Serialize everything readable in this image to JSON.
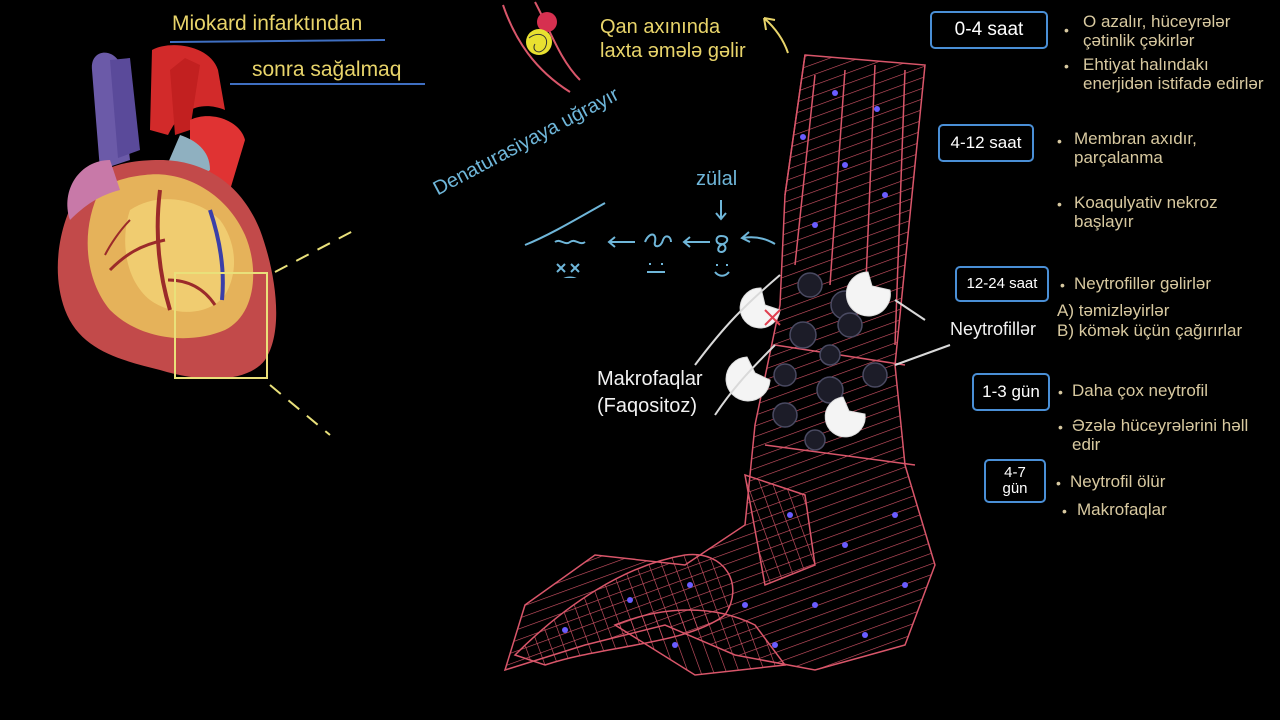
{
  "title": {
    "line1": "Miokard infarktından",
    "line2": "sonra sağalmaq"
  },
  "clot_label": {
    "line1": "Qan axınında",
    "line2": "laxta əmələ gəlir"
  },
  "denature_label": "Denaturasiyaya uğrayır",
  "protein_label": "zülal",
  "macrophage_label": {
    "line1": "Makrofaqlar",
    "line2": "(Faqositoz)"
  },
  "neutrophil_label": "Neytrofillər",
  "timeline": [
    {
      "time": "0-4 saat",
      "notes": [
        "O azalır, hüceyrələr çətinlik çəkirlər",
        "Ehtiyat halındakı enerjidən istifadə edirlər"
      ]
    },
    {
      "time": "4-12 saat",
      "notes": [
        "Membran axıdır, parçalanma",
        "Koaqulyativ nekroz başlayır"
      ]
    },
    {
      "time": "12-24 saat",
      "notes": [
        "Neytrofillər gəlirlər",
        "A) təmizləyirlər",
        "B) kömək üçün çağırırlar"
      ]
    },
    {
      "time": "1-3 gün",
      "notes": [
        "Daha çox neytrofil",
        "Əzələ hüceyrələrini həll edir"
      ]
    },
    {
      "time": "4-7 gün",
      "notes": [
        "Neytrofil ölür",
        "Makrofaqlar"
      ]
    }
  ],
  "colors": {
    "title": "#e8d46a",
    "notes": "#d8c9a0",
    "box_border": "#4a8fd6",
    "muscle": "#d9566a",
    "nuclei": "#6a5cff",
    "diagram_blue": "#6fb6d9",
    "highlight": "#e9e07a"
  }
}
